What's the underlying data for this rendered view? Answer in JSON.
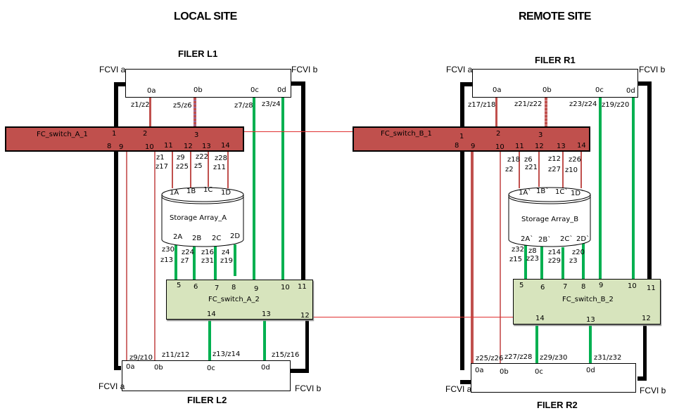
{
  "sites": {
    "local": {
      "title": "LOCAL SITE"
    },
    "remote": {
      "title": "REMOTE SITE"
    }
  },
  "colors": {
    "switch_red": "#c0504d",
    "switch_green": "#d7e4bd",
    "link_green": "#00b050",
    "link_red": "#c0504d",
    "isl_red": "#e03030",
    "fcvi_black": "#000000"
  },
  "filers": {
    "L1": {
      "title": "FILER L1",
      "fcvi_a": "FCVI a",
      "fcvi_b": "FCVI b",
      "ports": [
        "0a",
        "0b",
        "0c",
        "0d"
      ],
      "zones": [
        "z1/z2",
        "z5/z6",
        "z7/z8",
        "z3/z4"
      ]
    },
    "L2": {
      "title": "FILER L2",
      "fcvi_a": "FCVI a",
      "fcvi_b": "FCVI b",
      "ports": [
        "0a",
        "0b",
        "0c",
        "0d"
      ],
      "zones": [
        "z9/z10",
        "z11/z12",
        "z13/z14",
        "z15/z16"
      ]
    },
    "R1": {
      "title": "FILER R1",
      "fcvi_a": "FCVI a",
      "fcvi_b": "FCVI b",
      "ports": [
        "0a",
        "0b",
        "0c",
        "0d"
      ],
      "zones": [
        "z17/z18",
        "z21/z22",
        "z23/z24",
        "z19/z20"
      ]
    },
    "R2": {
      "title": "FILER R2",
      "fcvi_a": "FCVI a",
      "fcvi_b": "FCVI b",
      "ports": [
        "0a",
        "0b",
        "0c",
        "0d"
      ],
      "zones": [
        "z25/z26",
        "z27/z28",
        "z29/z30",
        "z31/z32"
      ]
    }
  },
  "switches": {
    "A1": {
      "name": "FC_switch_A_1",
      "top_ports": [
        "1",
        "2",
        "3"
      ],
      "bottom_ports": [
        "8",
        "9",
        "10",
        "11",
        "12",
        "13",
        "14"
      ]
    },
    "A2": {
      "name": "FC_switch_A_2",
      "top_ports": [
        "5",
        "6",
        "7",
        "8",
        "9",
        "10",
        "11"
      ],
      "bottom_ports": [
        "14",
        "13",
        "12"
      ]
    },
    "B1": {
      "name": "FC_switch_B_1",
      "top_ports": [
        "1",
        "2",
        "3"
      ],
      "bottom_ports": [
        "8",
        "9",
        "10",
        "11",
        "12",
        "13",
        "14"
      ]
    },
    "B2": {
      "name": "FC_switch_B_2",
      "top_ports": [
        "5",
        "6",
        "7",
        "8",
        "9",
        "10",
        "11"
      ],
      "bottom_ports": [
        "14",
        "13",
        "12"
      ]
    }
  },
  "arrays": {
    "A": {
      "name": "Storage Array_A",
      "top_ports": [
        "1A",
        "1B",
        "1C",
        "1D"
      ],
      "bottom_ports": [
        "2A",
        "2B",
        "2C",
        "2D"
      ],
      "top_zones": [
        [
          "z1",
          "z17"
        ],
        [
          "z9",
          "z25"
        ],
        [
          "z22",
          "z5"
        ],
        [
          "z28",
          "z11"
        ]
      ],
      "bottom_zones": [
        [
          "z30",
          "z13"
        ],
        [
          "z24",
          "z7"
        ],
        [
          "z16",
          "z31"
        ],
        [
          "z4",
          "z19"
        ]
      ]
    },
    "B": {
      "name": "Storage Array_B",
      "top_ports": [
        "1A`",
        "1B`",
        "1C`",
        "1D`"
      ],
      "bottom_ports": [
        "2A`",
        "2B`",
        "2C`",
        "2D`"
      ],
      "top_zones": [
        [
          "z18",
          "z2"
        ],
        [
          "z6",
          "z21"
        ],
        [
          "z12",
          "z27"
        ],
        [
          "z26",
          "z10"
        ]
      ],
      "bottom_zones": [
        [
          "z32",
          "z15"
        ],
        [
          "z8",
          "z23"
        ],
        [
          "z14",
          "z29"
        ],
        [
          "z20",
          "z3"
        ]
      ]
    }
  }
}
